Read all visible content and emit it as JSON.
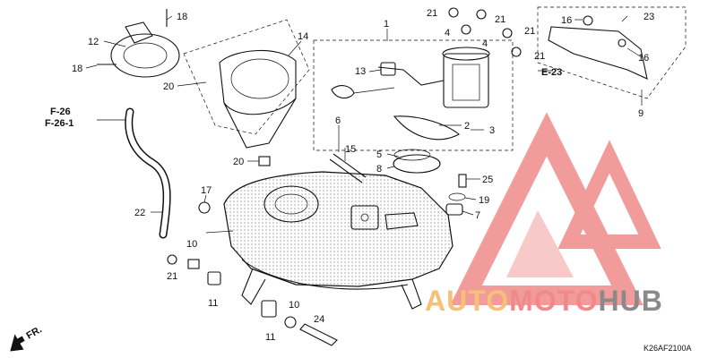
{
  "diagram": {
    "callouts": [
      {
        "id": "c18a",
        "text": "18"
      },
      {
        "id": "c12",
        "text": "12"
      },
      {
        "id": "c18b",
        "text": "18"
      },
      {
        "id": "c14",
        "text": "14"
      },
      {
        "id": "c20a",
        "text": "20"
      },
      {
        "id": "c20b",
        "text": "20"
      },
      {
        "id": "c1",
        "text": "1"
      },
      {
        "id": "c13",
        "text": "13"
      },
      {
        "id": "c2",
        "text": "2"
      },
      {
        "id": "c3",
        "text": "3"
      },
      {
        "id": "c4a",
        "text": "4"
      },
      {
        "id": "c4b",
        "text": "4"
      },
      {
        "id": "c21a",
        "text": "21"
      },
      {
        "id": "c21b",
        "text": "21"
      },
      {
        "id": "c21c",
        "text": "21"
      },
      {
        "id": "c21d",
        "text": "21"
      },
      {
        "id": "c16a",
        "text": "16"
      },
      {
        "id": "c16b",
        "text": "16"
      },
      {
        "id": "c23",
        "text": "23"
      },
      {
        "id": "c9",
        "text": "9"
      },
      {
        "id": "c6",
        "text": "6"
      },
      {
        "id": "c15",
        "text": "15"
      },
      {
        "id": "c5",
        "text": "5"
      },
      {
        "id": "c8",
        "text": "8"
      },
      {
        "id": "c25",
        "text": "25"
      },
      {
        "id": "c19",
        "text": "19"
      },
      {
        "id": "c7",
        "text": "7"
      },
      {
        "id": "c17",
        "text": "17"
      },
      {
        "id": "c22",
        "text": "22"
      },
      {
        "id": "c10a",
        "text": "10"
      },
      {
        "id": "c21e",
        "text": "21"
      },
      {
        "id": "c11a",
        "text": "11"
      },
      {
        "id": "c10b",
        "text": "10"
      },
      {
        "id": "c11b",
        "text": "11"
      },
      {
        "id": "c24",
        "text": "24"
      }
    ],
    "refs": {
      "f26": "F-26",
      "f261": "F-26-1",
      "e23": "E-23"
    },
    "direction": "FR.",
    "code": "K26AF2100A"
  },
  "watermark": {
    "part1": "AUTO",
    "part2": "MOTO",
    "part3": "HUB",
    "colors": {
      "orange": "#f5c178",
      "red": "#f08a8a",
      "grey": "#8a8a8a"
    }
  }
}
